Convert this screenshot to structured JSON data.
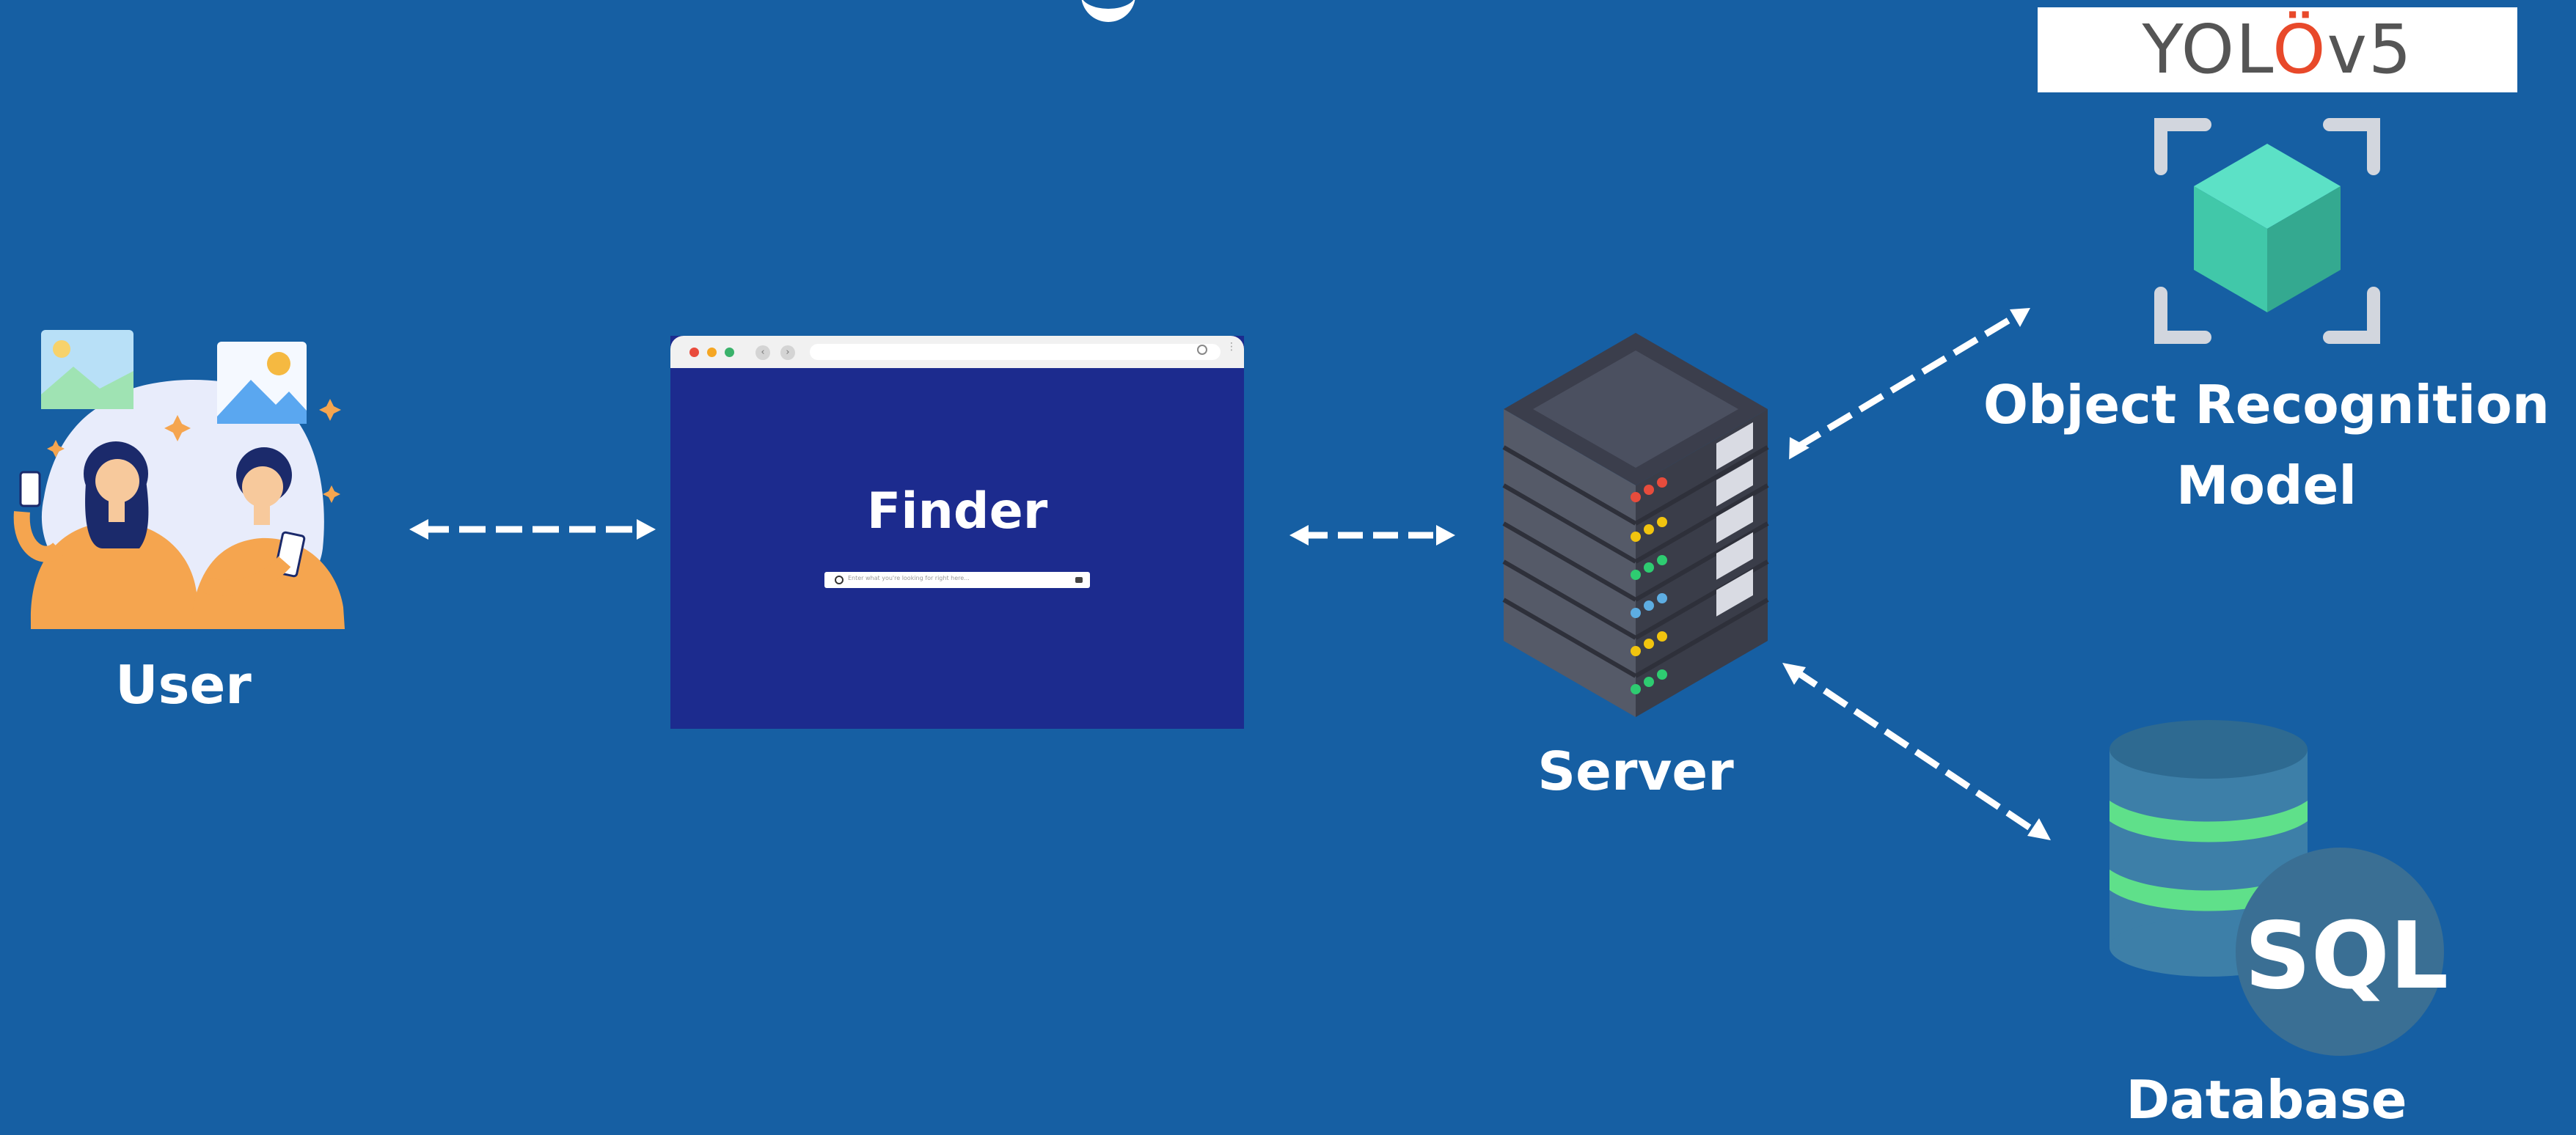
{
  "diagram": {
    "nodes": {
      "user": {
        "label": "User"
      },
      "finder": {
        "title": "Finder",
        "search_placeholder": "Enter what you're looking for right here..."
      },
      "server": {
        "label": "Server"
      },
      "model": {
        "label_line1": "Object Recognition",
        "label_line2": "Model",
        "logo": "YOLOv5"
      },
      "database": {
        "label": "Database",
        "badge": "SQL"
      }
    },
    "edges": [
      {
        "from": "user",
        "to": "finder",
        "style": "dashed",
        "arrows": "both"
      },
      {
        "from": "finder",
        "to": "server",
        "style": "dashed",
        "arrows": "both"
      },
      {
        "from": "server",
        "to": "model",
        "style": "dashed",
        "arrows": "both"
      },
      {
        "from": "server",
        "to": "database",
        "style": "dashed",
        "arrows": "both"
      }
    ],
    "colors": {
      "background": "#165fa3",
      "browser": "#1c2b8e",
      "text": "#ffffff",
      "arrow": "#ffffff"
    }
  }
}
